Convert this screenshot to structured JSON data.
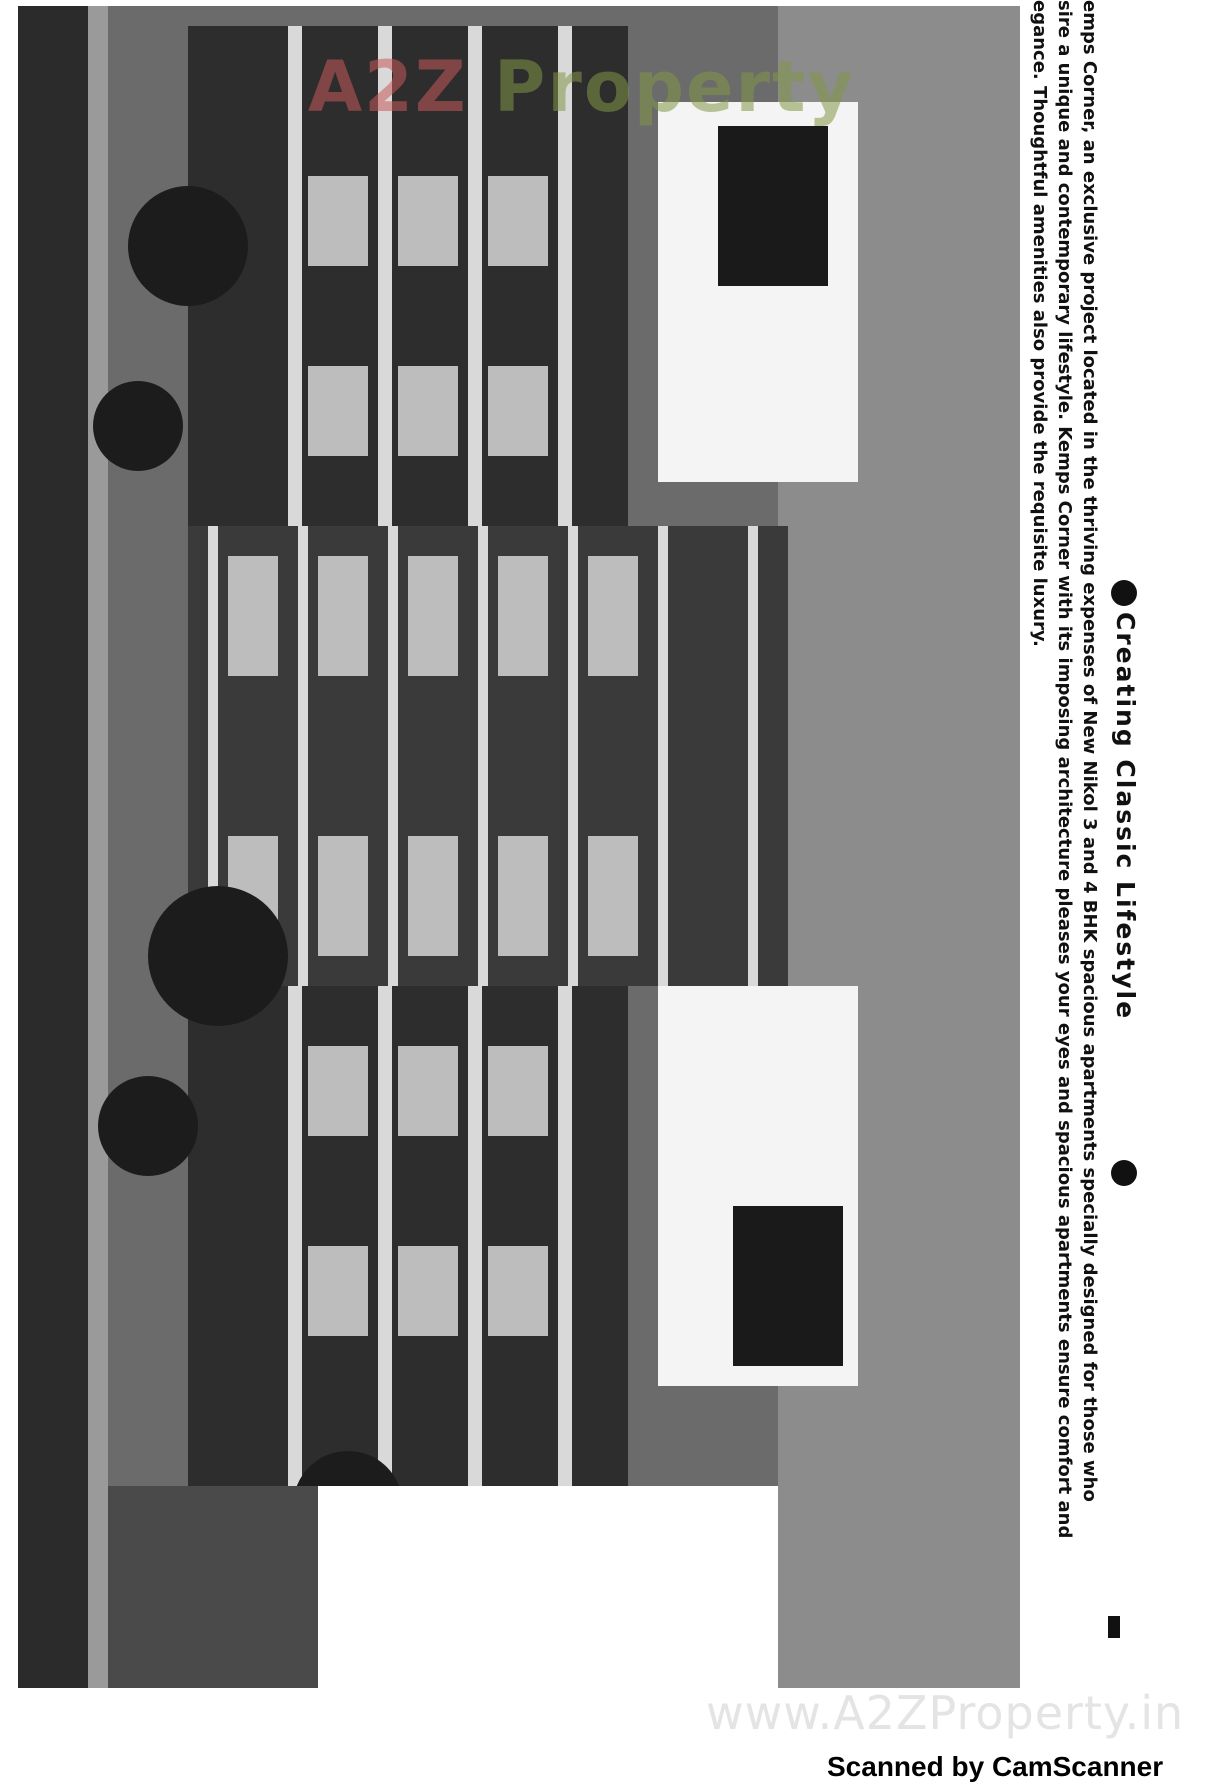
{
  "brochure": {
    "heading": "Creating Classic Lifestyle",
    "body_lines": [
      "emps Corner, an exclusive project located in the thriving expenses of New Nikol 3 and 4 BHK spacious apartments specially designed for those who",
      "sire a unique and contemporary lifestyle. Kemps Corner with its imposing architecture pleases your eyes and spacious apartments ensure comfort and",
      "egance. Thoughtful amenities also provide the requisite luxury."
    ]
  },
  "watermarks": {
    "top_logo_a": "A2Z",
    "top_logo_b": "Property",
    "bottom_url": "www.A2ZProperty.in"
  },
  "scanner": {
    "label": "Scanned by CamScanner"
  },
  "colors": {
    "ink": "#111111",
    "paper": "#ffffff"
  }
}
